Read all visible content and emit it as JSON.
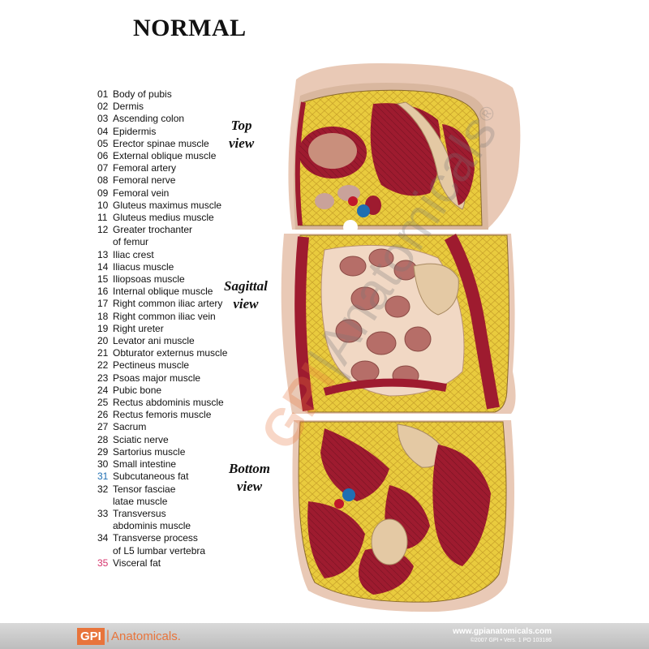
{
  "title": "NORMAL",
  "legend": [
    {
      "num": "01",
      "label": "Body of pubis"
    },
    {
      "num": "02",
      "label": "Dermis"
    },
    {
      "num": "03",
      "label": "Ascending colon"
    },
    {
      "num": "04",
      "label": "Epidermis"
    },
    {
      "num": "05",
      "label": "Erector spinae muscle"
    },
    {
      "num": "06",
      "label": "External oblique muscle"
    },
    {
      "num": "07",
      "label": "Femoral artery"
    },
    {
      "num": "08",
      "label": "Femoral nerve"
    },
    {
      "num": "09",
      "label": "Femoral vein"
    },
    {
      "num": "10",
      "label": "Gluteus maximus muscle"
    },
    {
      "num": "11",
      "label": "Gluteus medius muscle"
    },
    {
      "num": "12",
      "label": "Greater trochanter\n  of femur"
    },
    {
      "num": "13",
      "label": "Iliac crest"
    },
    {
      "num": "14",
      "label": "Iliacus muscle"
    },
    {
      "num": "15",
      "label": "Iliopsoas muscle"
    },
    {
      "num": "16",
      "label": "Internal oblique muscle"
    },
    {
      "num": "17",
      "label": "Right common iliac artery"
    },
    {
      "num": "18",
      "label": "Right common iliac vein"
    },
    {
      "num": "19",
      "label": "Right ureter"
    },
    {
      "num": "20",
      "label": "Levator ani muscle"
    },
    {
      "num": "21",
      "label": "Obturator externus muscle"
    },
    {
      "num": "22",
      "label": "Pectineus muscle"
    },
    {
      "num": "23",
      "label": "Psoas major muscle"
    },
    {
      "num": "24",
      "label": "Pubic bone"
    },
    {
      "num": "25",
      "label": "Rectus abdominis muscle"
    },
    {
      "num": "26",
      "label": "Rectus femoris muscle"
    },
    {
      "num": "27",
      "label": "Sacrum"
    },
    {
      "num": "28",
      "label": "Sciatic nerve"
    },
    {
      "num": "29",
      "label": "Sartorius muscle"
    },
    {
      "num": "30",
      "label": "Small intestine"
    },
    {
      "num": "31",
      "label": "Subcutaneous fat",
      "color": "#1f6fb2"
    },
    {
      "num": "32",
      "label": "Tensor fasciae\nlatae muscle"
    },
    {
      "num": "33",
      "label": "Transversus\nabdominis muscle"
    },
    {
      "num": "34",
      "label": "Transverse process\n  of L5 lumbar vertebra"
    },
    {
      "num": "35",
      "label": "Visceral fat",
      "color": "#d6336c"
    }
  ],
  "views": {
    "top": "Top\nview",
    "sagittal": "Sagittal\nview",
    "bottom": "Bottom\nview"
  },
  "watermark": {
    "gpi": "GPI",
    "sep": "|",
    "anat": "Anatomicals",
    "reg": "®"
  },
  "footer": {
    "brand_gpi": "GPI",
    "brand_sep": "|",
    "brand_anat": "Anatomicals.",
    "url": "www.gpianatomicals.com",
    "copyright": "©2007 GPI • Vers. 1 PO 103186"
  },
  "colors": {
    "muscle": "#9e1b2f",
    "fat": "#e8c93c",
    "skin": "#e8c6b0",
    "bone": "#e4c9a4",
    "brand": "#e8743b"
  }
}
